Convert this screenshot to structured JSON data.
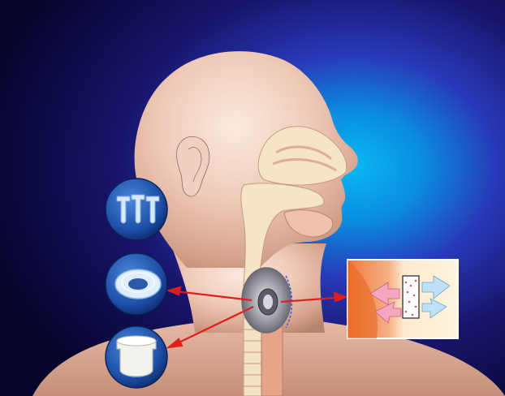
{
  "illustration": {
    "subject": "laryngectomy-voice-prosthesis",
    "background_colors": [
      "#05042a",
      "#1a1570",
      "#0aa6e8"
    ],
    "skin_colors": [
      "#f6ddd0",
      "#dcae98",
      "#b98672"
    ],
    "arrow_color": "#e01e1e",
    "callouts": [
      {
        "id": "prosthesis-variants",
        "icon": "three-prostheses-icon"
      },
      {
        "id": "ring-flange",
        "icon": "silicone-ring-icon"
      },
      {
        "id": "stoma-plug",
        "icon": "cylindrical-plug-icon"
      },
      {
        "id": "hme-filter-detail",
        "icon": "heat-moisture-exchanger-icon"
      }
    ]
  }
}
